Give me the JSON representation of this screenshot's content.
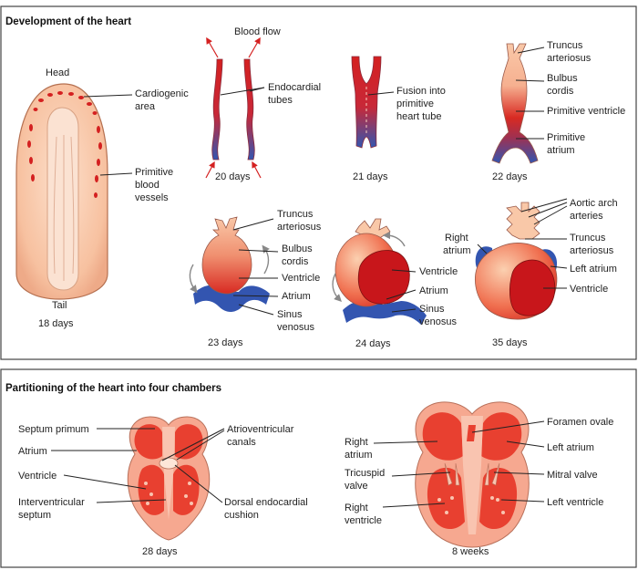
{
  "panel_top": {
    "title": "Development of the heart",
    "embryo": {
      "head": "Head",
      "tail": "Tail",
      "cardiogenic_l1": "Cardiogenic",
      "cardiogenic_l2": "area",
      "vessels_l1": "Primitive",
      "vessels_l2": "blood",
      "vessels_l3": "vessels",
      "days": "18 days"
    },
    "day20": {
      "blood_flow": "Blood flow",
      "endo_l1": "Endocardial",
      "endo_l2": "tubes",
      "days": "20 days"
    },
    "day21": {
      "fusion_l1": "Fusion into",
      "fusion_l2": "primitive",
      "fusion_l3": "heart tube",
      "days": "21 days"
    },
    "day22": {
      "truncus_l1": "Truncus",
      "truncus_l2": "arteriosus",
      "bulbus_l1": "Bulbus",
      "bulbus_l2": "cordis",
      "prim_ventricle": "Primitive ventricle",
      "prim_atrium_l1": "Primitive",
      "prim_atrium_l2": "atrium",
      "days": "22 days"
    },
    "day23": {
      "truncus_l1": "Truncus",
      "truncus_l2": "arteriosus",
      "bulbus_l1": "Bulbus",
      "bulbus_l2": "cordis",
      "ventricle": "Ventricle",
      "atrium": "Atrium",
      "sinus_l1": "Sinus",
      "sinus_l2": "venosus",
      "days": "23 days"
    },
    "day24": {
      "ventricle": "Ventricle",
      "atrium": "Atrium",
      "sinus_l1": "Sinus",
      "sinus_l2": "venosus",
      "days": "24 days"
    },
    "day35": {
      "aortic_l1": "Aortic arch",
      "aortic_l2": "arteries",
      "right_atrium_l1": "Right",
      "right_atrium_l2": "atrium",
      "truncus_l1": "Truncus",
      "truncus_l2": "arteriosus",
      "left_atrium": "Left atrium",
      "ventricle": "Ventricle",
      "days": "35 days"
    }
  },
  "panel_bottom": {
    "title": "Partitioning of the heart into four chambers",
    "day28": {
      "septum_primum": "Septum primum",
      "atrium": "Atrium",
      "ventricle": "Ventricle",
      "iv_septum_l1": "Interventricular",
      "iv_septum_l2": "septum",
      "av_canals_l1": "Atrioventricular",
      "av_canals_l2": "canals",
      "dorsal_l1": "Dorsal endocardial",
      "dorsal_l2": "cushion",
      "days": "28 days"
    },
    "week8": {
      "foramen": "Foramen ovale",
      "right_atrium_l1": "Right",
      "right_atrium_l2": "atrium",
      "left_atrium": "Left atrium",
      "tricuspid_l1": "Tricuspid",
      "tricuspid_l2": "valve",
      "mitral": "Mitral valve",
      "right_ventricle_l1": "Right",
      "right_ventricle_l2": "ventricle",
      "left_ventricle": "Left ventricle",
      "days": "8 weeks"
    }
  },
  "colors": {
    "artery_red": "#d42020",
    "vein_blue": "#3355b0",
    "tissue_peach": "#f7c1a0",
    "dark_red": "#c8161b"
  }
}
